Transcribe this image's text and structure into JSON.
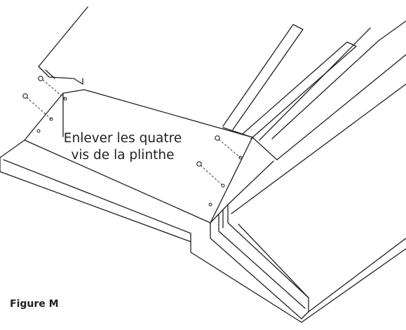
{
  "diagram": {
    "instruction_lines": [
      "Enlever les quatre",
      "vis de la plinthe"
    ],
    "figure_label": "Figure M"
  }
}
